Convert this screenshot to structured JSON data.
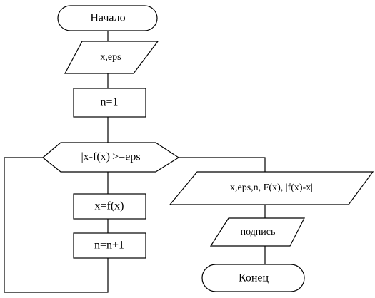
{
  "flowchart": {
    "start": "Начало",
    "input": "x,eps",
    "init": "n=1",
    "condition": "|x-f(x)|>=eps",
    "assign_x": "x=f(x)",
    "increment_n": "n=n+1",
    "output": "x,eps,n, F(x), |f(x)-x|",
    "signature": "подпись",
    "end": "Конец"
  }
}
